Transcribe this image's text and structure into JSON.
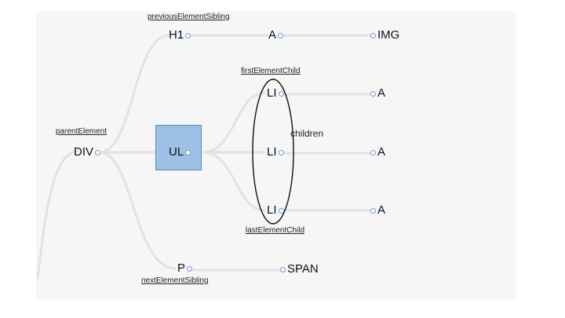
{
  "nodes": {
    "div": "DIV",
    "h1": "H1",
    "ul": "UL",
    "p": "P",
    "a_top": "A",
    "img": "IMG",
    "li1": "LI",
    "li2": "LI",
    "li3": "LI",
    "a1": "A",
    "a2": "A",
    "a3": "A",
    "span": "SPAN"
  },
  "annotations": {
    "parent_element": "parentElement",
    "previous_element_sibling": "previousElementSibling",
    "next_element_sibling": "nextElementSibling",
    "first_element_child": "firstElementChild",
    "last_element_child": "lastElementChild",
    "children": "children"
  },
  "colors": {
    "selected_fill": "#9ec0e4",
    "selected_border": "#5b8cc0",
    "connector": "#e2e2e2",
    "port": "#6c9fd0"
  }
}
